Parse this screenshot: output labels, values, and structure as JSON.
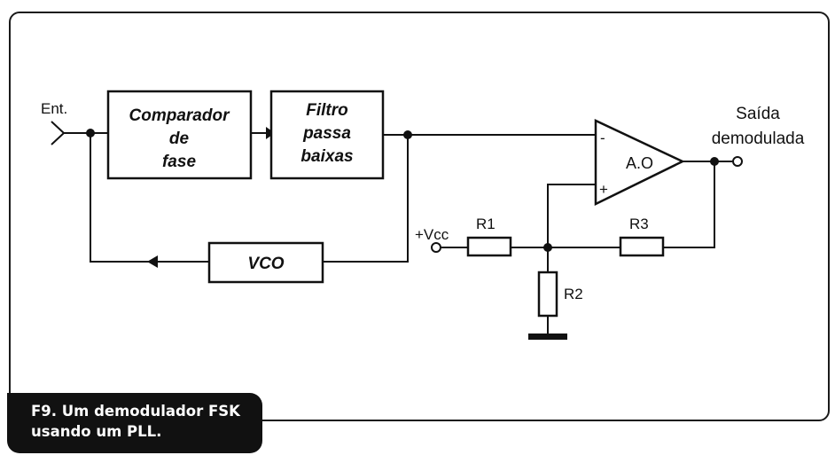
{
  "blocks": {
    "comparador": [
      "Comparador",
      "de",
      "fase"
    ],
    "filtro": [
      "Filtro",
      "passa",
      "baixas"
    ],
    "vco": "VCO",
    "opamp": "A.O"
  },
  "labels": {
    "input": "Ent.",
    "output": [
      "Saída",
      "demodulada"
    ],
    "vcc": "+Vcc",
    "r1": "R1",
    "r2": "R2",
    "r3": "R3",
    "minus": "-",
    "plus": "+"
  },
  "caption": [
    "F9. Um demodulador FSK",
    "usando um PLL."
  ]
}
